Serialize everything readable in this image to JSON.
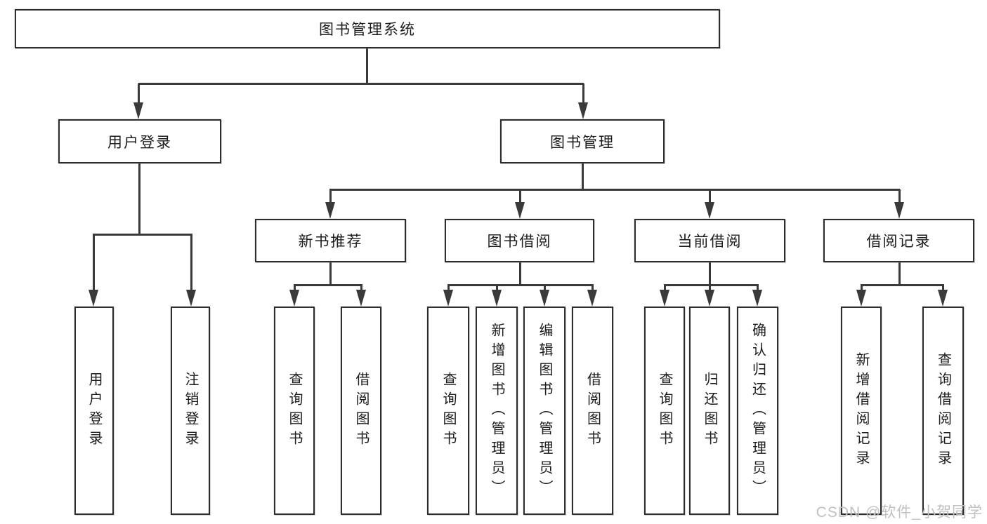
{
  "diagram": {
    "nodes": [
      {
        "id": "system",
        "label": "图书管理系统",
        "parent": null
      },
      {
        "id": "user-login",
        "label": "用户登录",
        "parent": "system"
      },
      {
        "id": "book-mgmt",
        "label": "图书管理",
        "parent": "system"
      },
      {
        "id": "login",
        "label": "用户登录",
        "parent": "user-login"
      },
      {
        "id": "logout",
        "label": "注销登录",
        "parent": "user-login"
      },
      {
        "id": "new-book-rec",
        "label": "新书推荐",
        "parent": "book-mgmt"
      },
      {
        "id": "book-borrow",
        "label": "图书借阅",
        "parent": "book-mgmt"
      },
      {
        "id": "current-borrow",
        "label": "当前借阅",
        "parent": "book-mgmt"
      },
      {
        "id": "borrow-records",
        "label": "借阅记录",
        "parent": "book-mgmt"
      },
      {
        "id": "query-books-1",
        "label": "查询图书",
        "parent": "new-book-rec"
      },
      {
        "id": "borrow-books-1",
        "label": "借阅图书",
        "parent": "new-book-rec"
      },
      {
        "id": "query-books-2",
        "label": "查询图书",
        "parent": "book-borrow"
      },
      {
        "id": "add-books",
        "label": "新增图书（管理员）",
        "parent": "book-borrow"
      },
      {
        "id": "edit-books",
        "label": "编辑图书（管理员）",
        "parent": "book-borrow"
      },
      {
        "id": "borrow-books-2",
        "label": "借阅图书",
        "parent": "book-borrow"
      },
      {
        "id": "query-books-3",
        "label": "查询图书",
        "parent": "current-borrow"
      },
      {
        "id": "return-books",
        "label": "归还图书",
        "parent": "current-borrow"
      },
      {
        "id": "confirm-return",
        "label": "确认归还（管理员）",
        "parent": "current-borrow"
      },
      {
        "id": "add-borrow-record",
        "label": "新增借阅记录",
        "parent": "borrow-records"
      },
      {
        "id": "query-borrow-record",
        "label": "查询借阅记录",
        "parent": "borrow-records"
      }
    ]
  },
  "watermark": {
    "text": "CSDN @软件_小贺同学"
  },
  "colors": {
    "background": "#ffffff",
    "line": "#3a3a3a",
    "box_border": "#2d2d2d",
    "box_fill": "#ffffff",
    "text": "#1c1c1c",
    "watermark": "#c1c0c0"
  }
}
